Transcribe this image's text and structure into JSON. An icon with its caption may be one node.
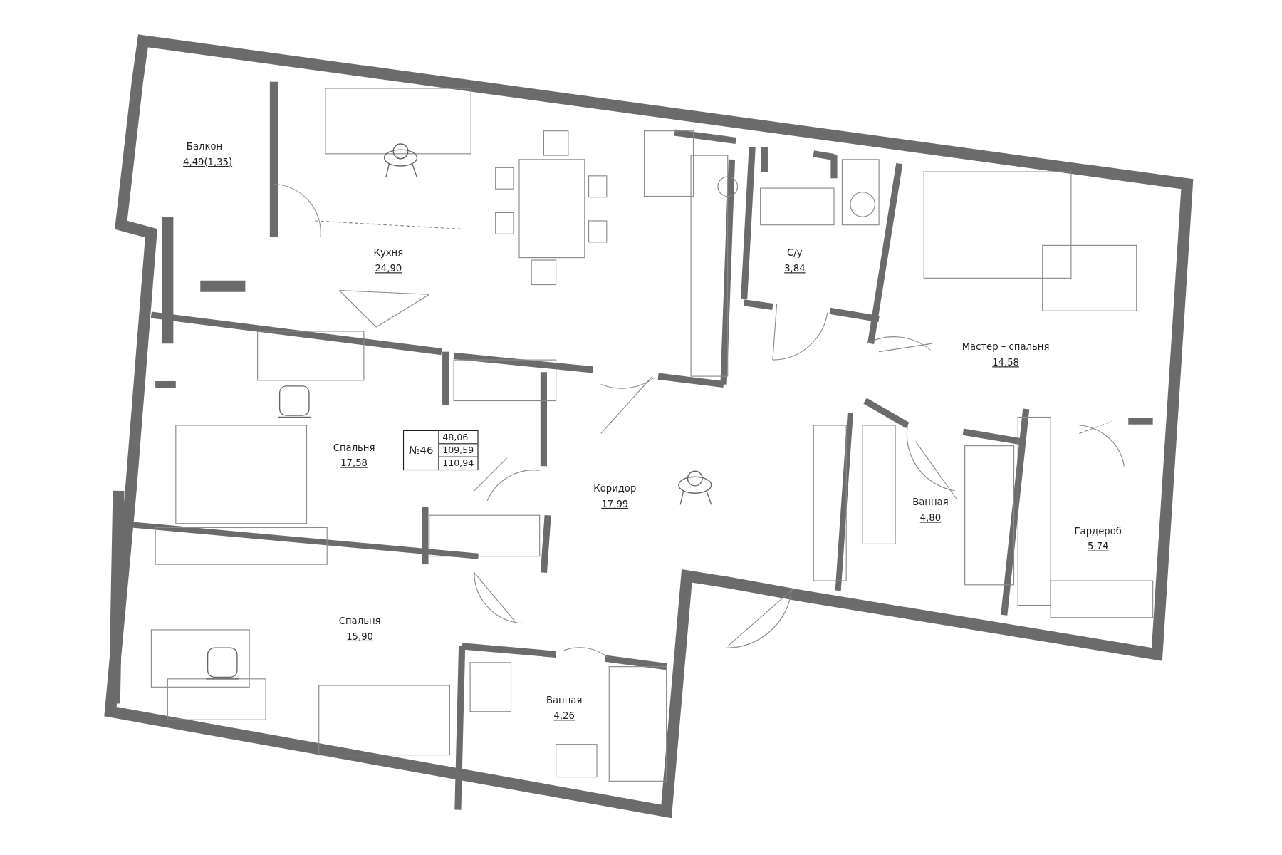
{
  "diagram": {
    "nodes": [
      {
        "text": [
          "№46",
          "48,06",
          "109,59",
          "110,94"
        ]
      }
    ],
    "labels": [
      "Балкон",
      "4,49(1,35)",
      "Кухня",
      "24,90",
      "С/у",
      "3,84",
      "Мастер – спальня",
      "14,58",
      "Спальня",
      "17,58",
      "Коридор",
      "17,99",
      "Ванная",
      "4,80",
      "Гардероб",
      "5,74",
      "Спальня",
      "15,90",
      "Ванная",
      "4,26"
    ]
  }
}
